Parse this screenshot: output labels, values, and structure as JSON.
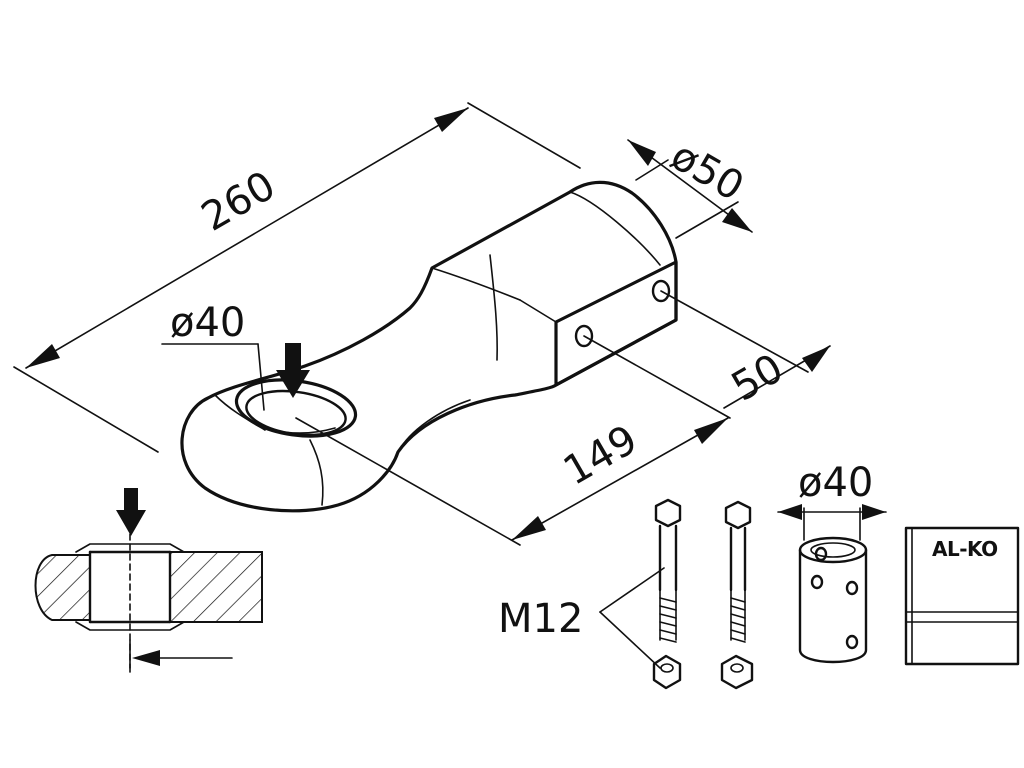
{
  "dimensions": {
    "length_total": "260",
    "diameter_tube": "ø50",
    "diameter_eye": "ø40",
    "height": "50",
    "length_eye_to_hole": "149",
    "diameter_bush": "ø40"
  },
  "parts": {
    "bolt_label": "M12",
    "brand_logo": "AL-KO"
  }
}
